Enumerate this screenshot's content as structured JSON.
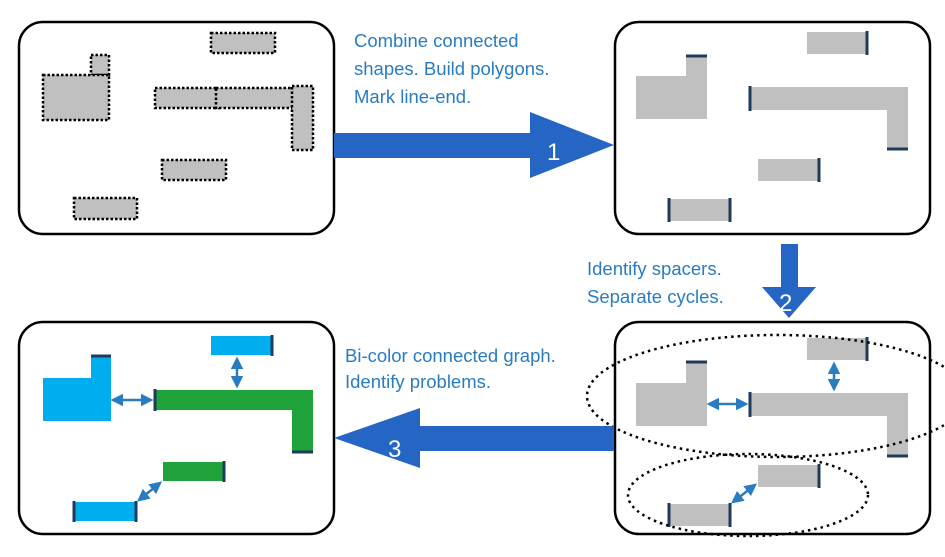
{
  "colors": {
    "arrow": "#2566c4",
    "caption": "#2a7cc0",
    "shape_gray": "#c0c0c0",
    "line_end": "#1f3b5c",
    "color_a": "#00adef",
    "color_b": "#1fa33a",
    "spacer_arrow": "#2a7cc0"
  },
  "steps": [
    {
      "number": "1",
      "caption": [
        "Combine connected",
        "shapes. Build polygons.",
        "Mark line-end."
      ]
    },
    {
      "number": "2",
      "caption": [
        "Identify spacers.",
        "Separate cycles."
      ]
    },
    {
      "number": "3",
      "caption": [
        "Bi-color connected graph.",
        "Identify problems."
      ]
    }
  ]
}
